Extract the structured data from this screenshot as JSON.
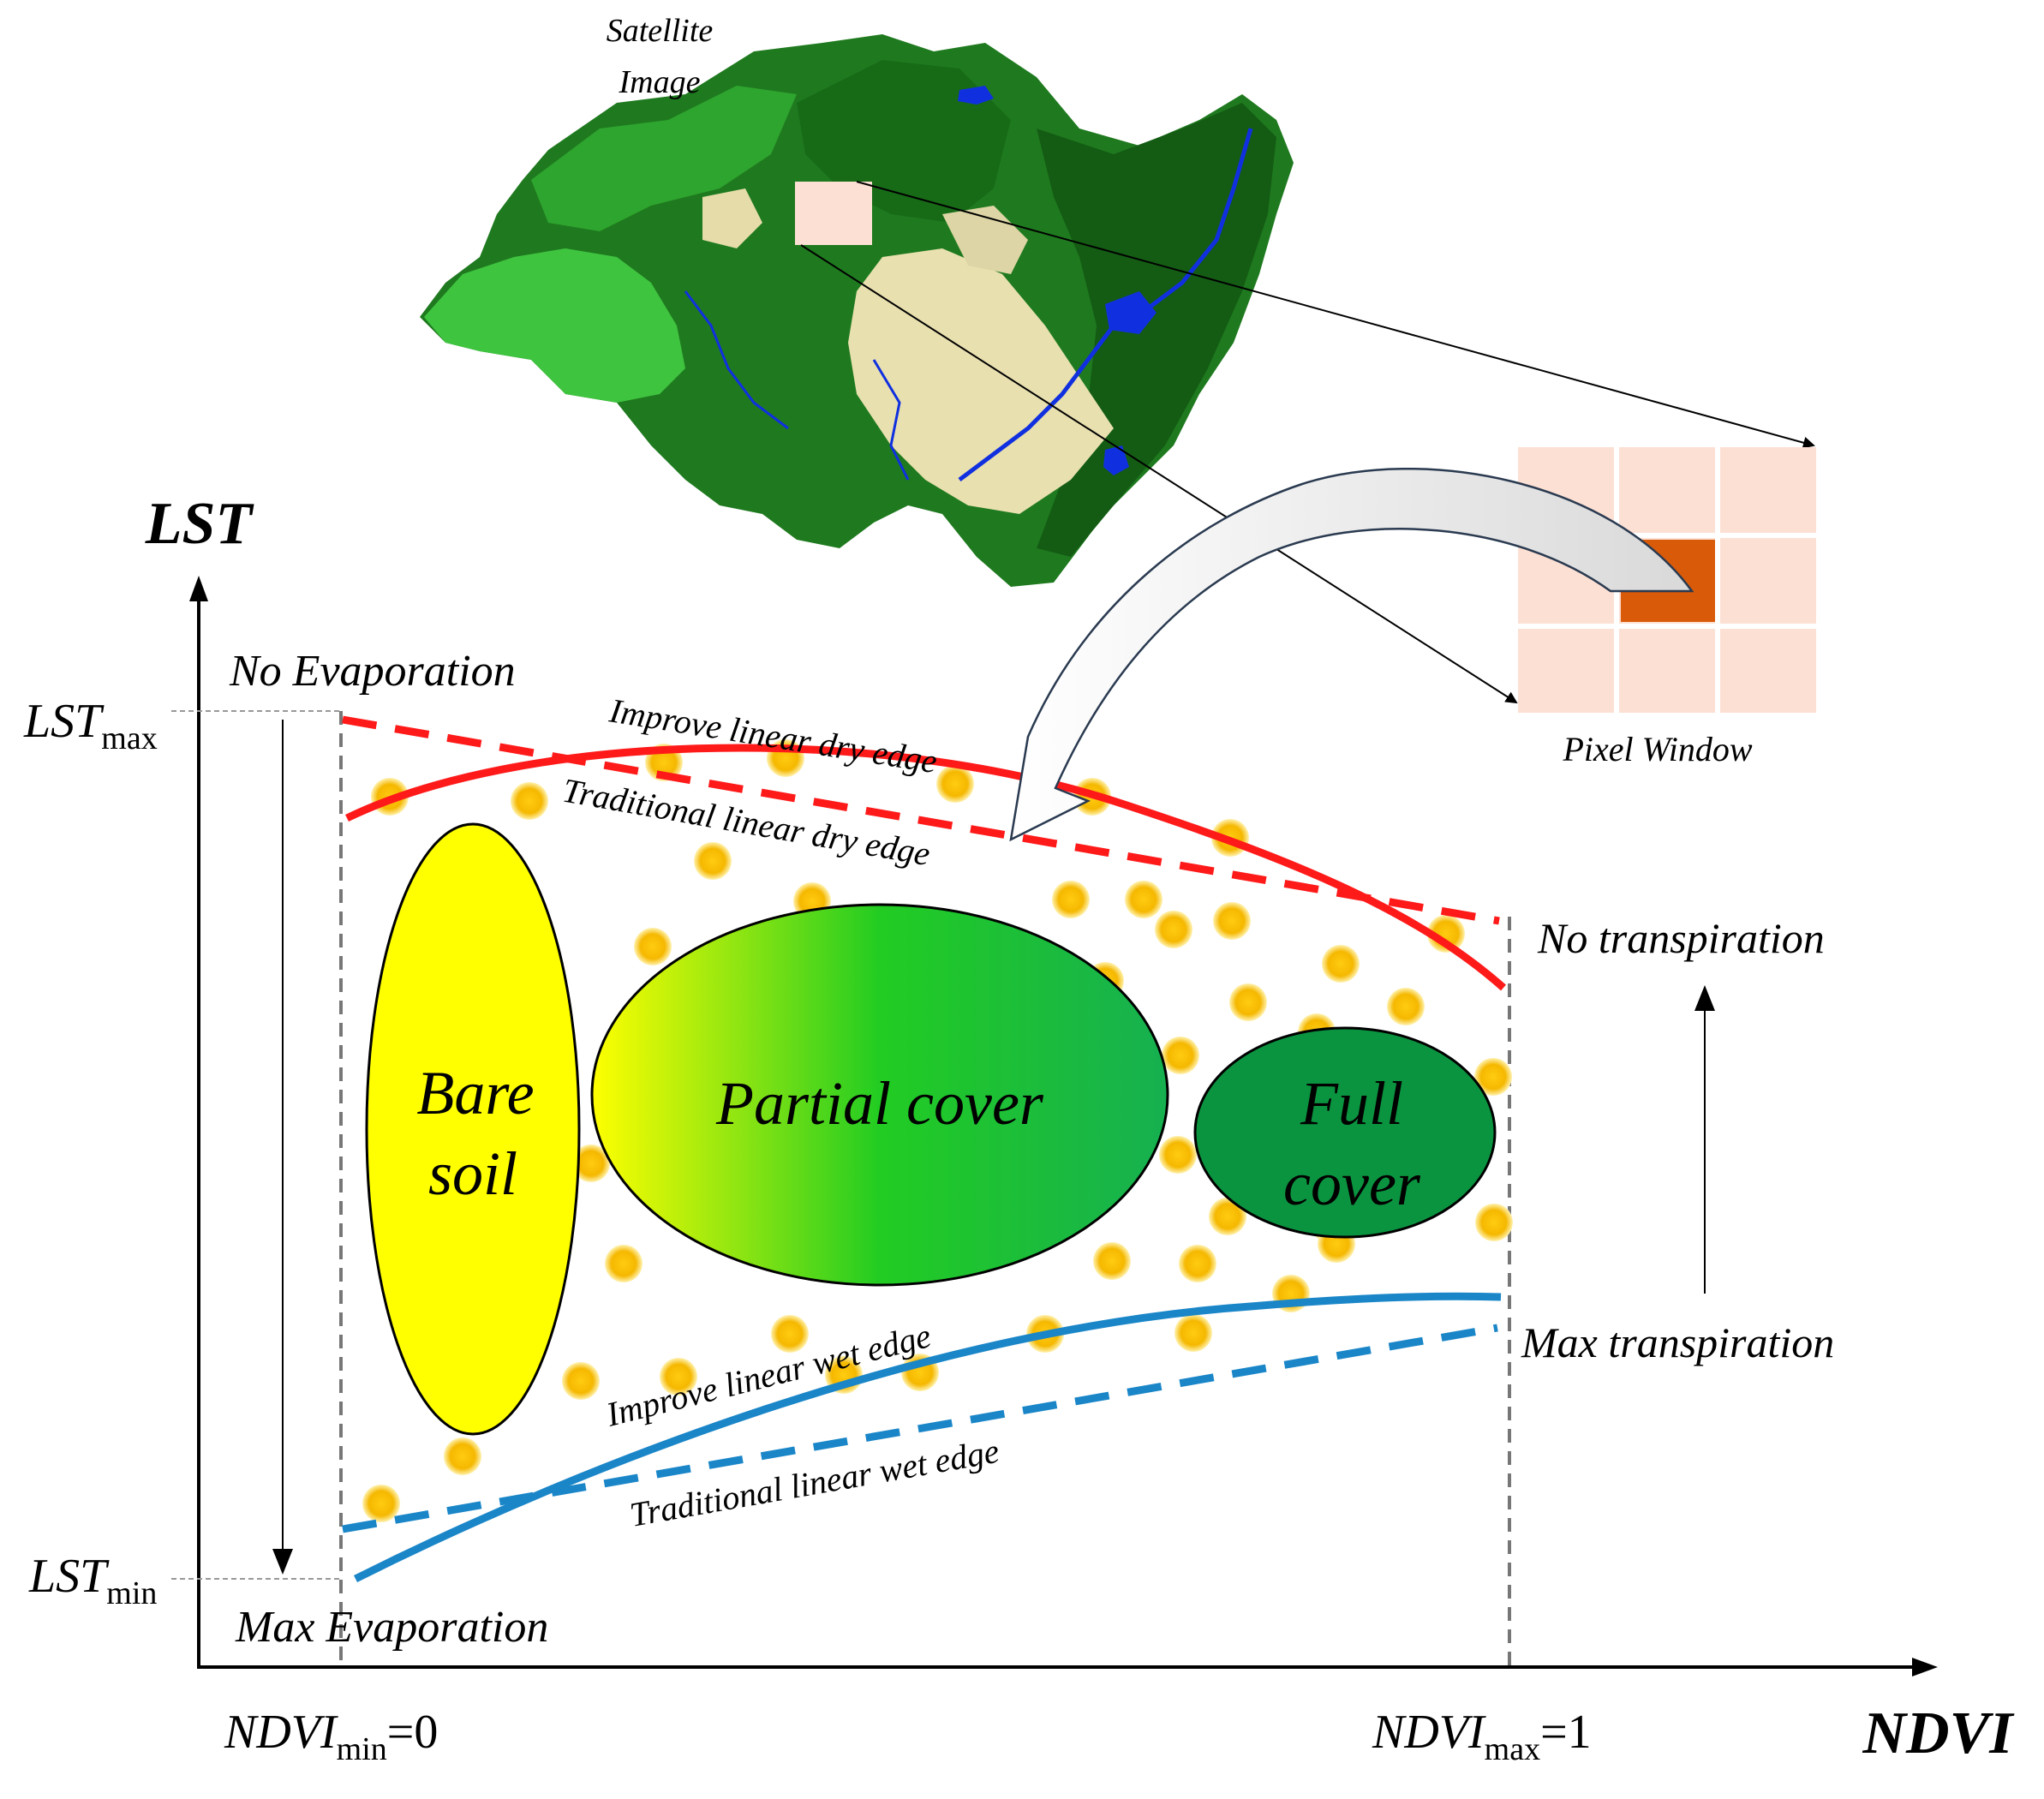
{
  "satellite": {
    "label_line1": "Satellite",
    "label_line2": "Image"
  },
  "pixel_window": {
    "label": "Pixel Window"
  },
  "axes": {
    "y_label": "LST",
    "x_label": "NDVI",
    "lst_max_main": "LST",
    "lst_max_sub": "max",
    "lst_min_main": "LST",
    "lst_min_sub": "min",
    "ndvi_min_main": "NDVI",
    "ndvi_min_sub": "min",
    "ndvi_min_value": "=0",
    "ndvi_max_main": "NDVI",
    "ndvi_max_sub": "max",
    "ndvi_max_value": "=1"
  },
  "annotations": {
    "no_evaporation": "No Evaporation",
    "max_evaporation": "Max Evaporation",
    "no_transpiration": "No transpiration",
    "max_transpiration": "Max transpiration"
  },
  "edges": {
    "improve_dry": "Improve linear dry edge",
    "traditional_dry": "Traditional linear dry edge",
    "improve_wet": "Improve linear wet edge",
    "traditional_wet": "Traditional linear wet edge"
  },
  "zones": {
    "bare_soil_line1": "Bare",
    "bare_soil_line2": "soil",
    "partial_cover": "Partial cover",
    "full_cover_line1": "Full",
    "full_cover_line2": "cover"
  },
  "colors": {
    "dry_edge": "#ff1a1a",
    "wet_edge": "#1a86c8",
    "bare_soil": "#ffff00",
    "full_cover": "#0b9440",
    "pixel_light": "#fde0d4",
    "pixel_center": "#d95b0a",
    "scatter_dot": "#ffc000"
  }
}
